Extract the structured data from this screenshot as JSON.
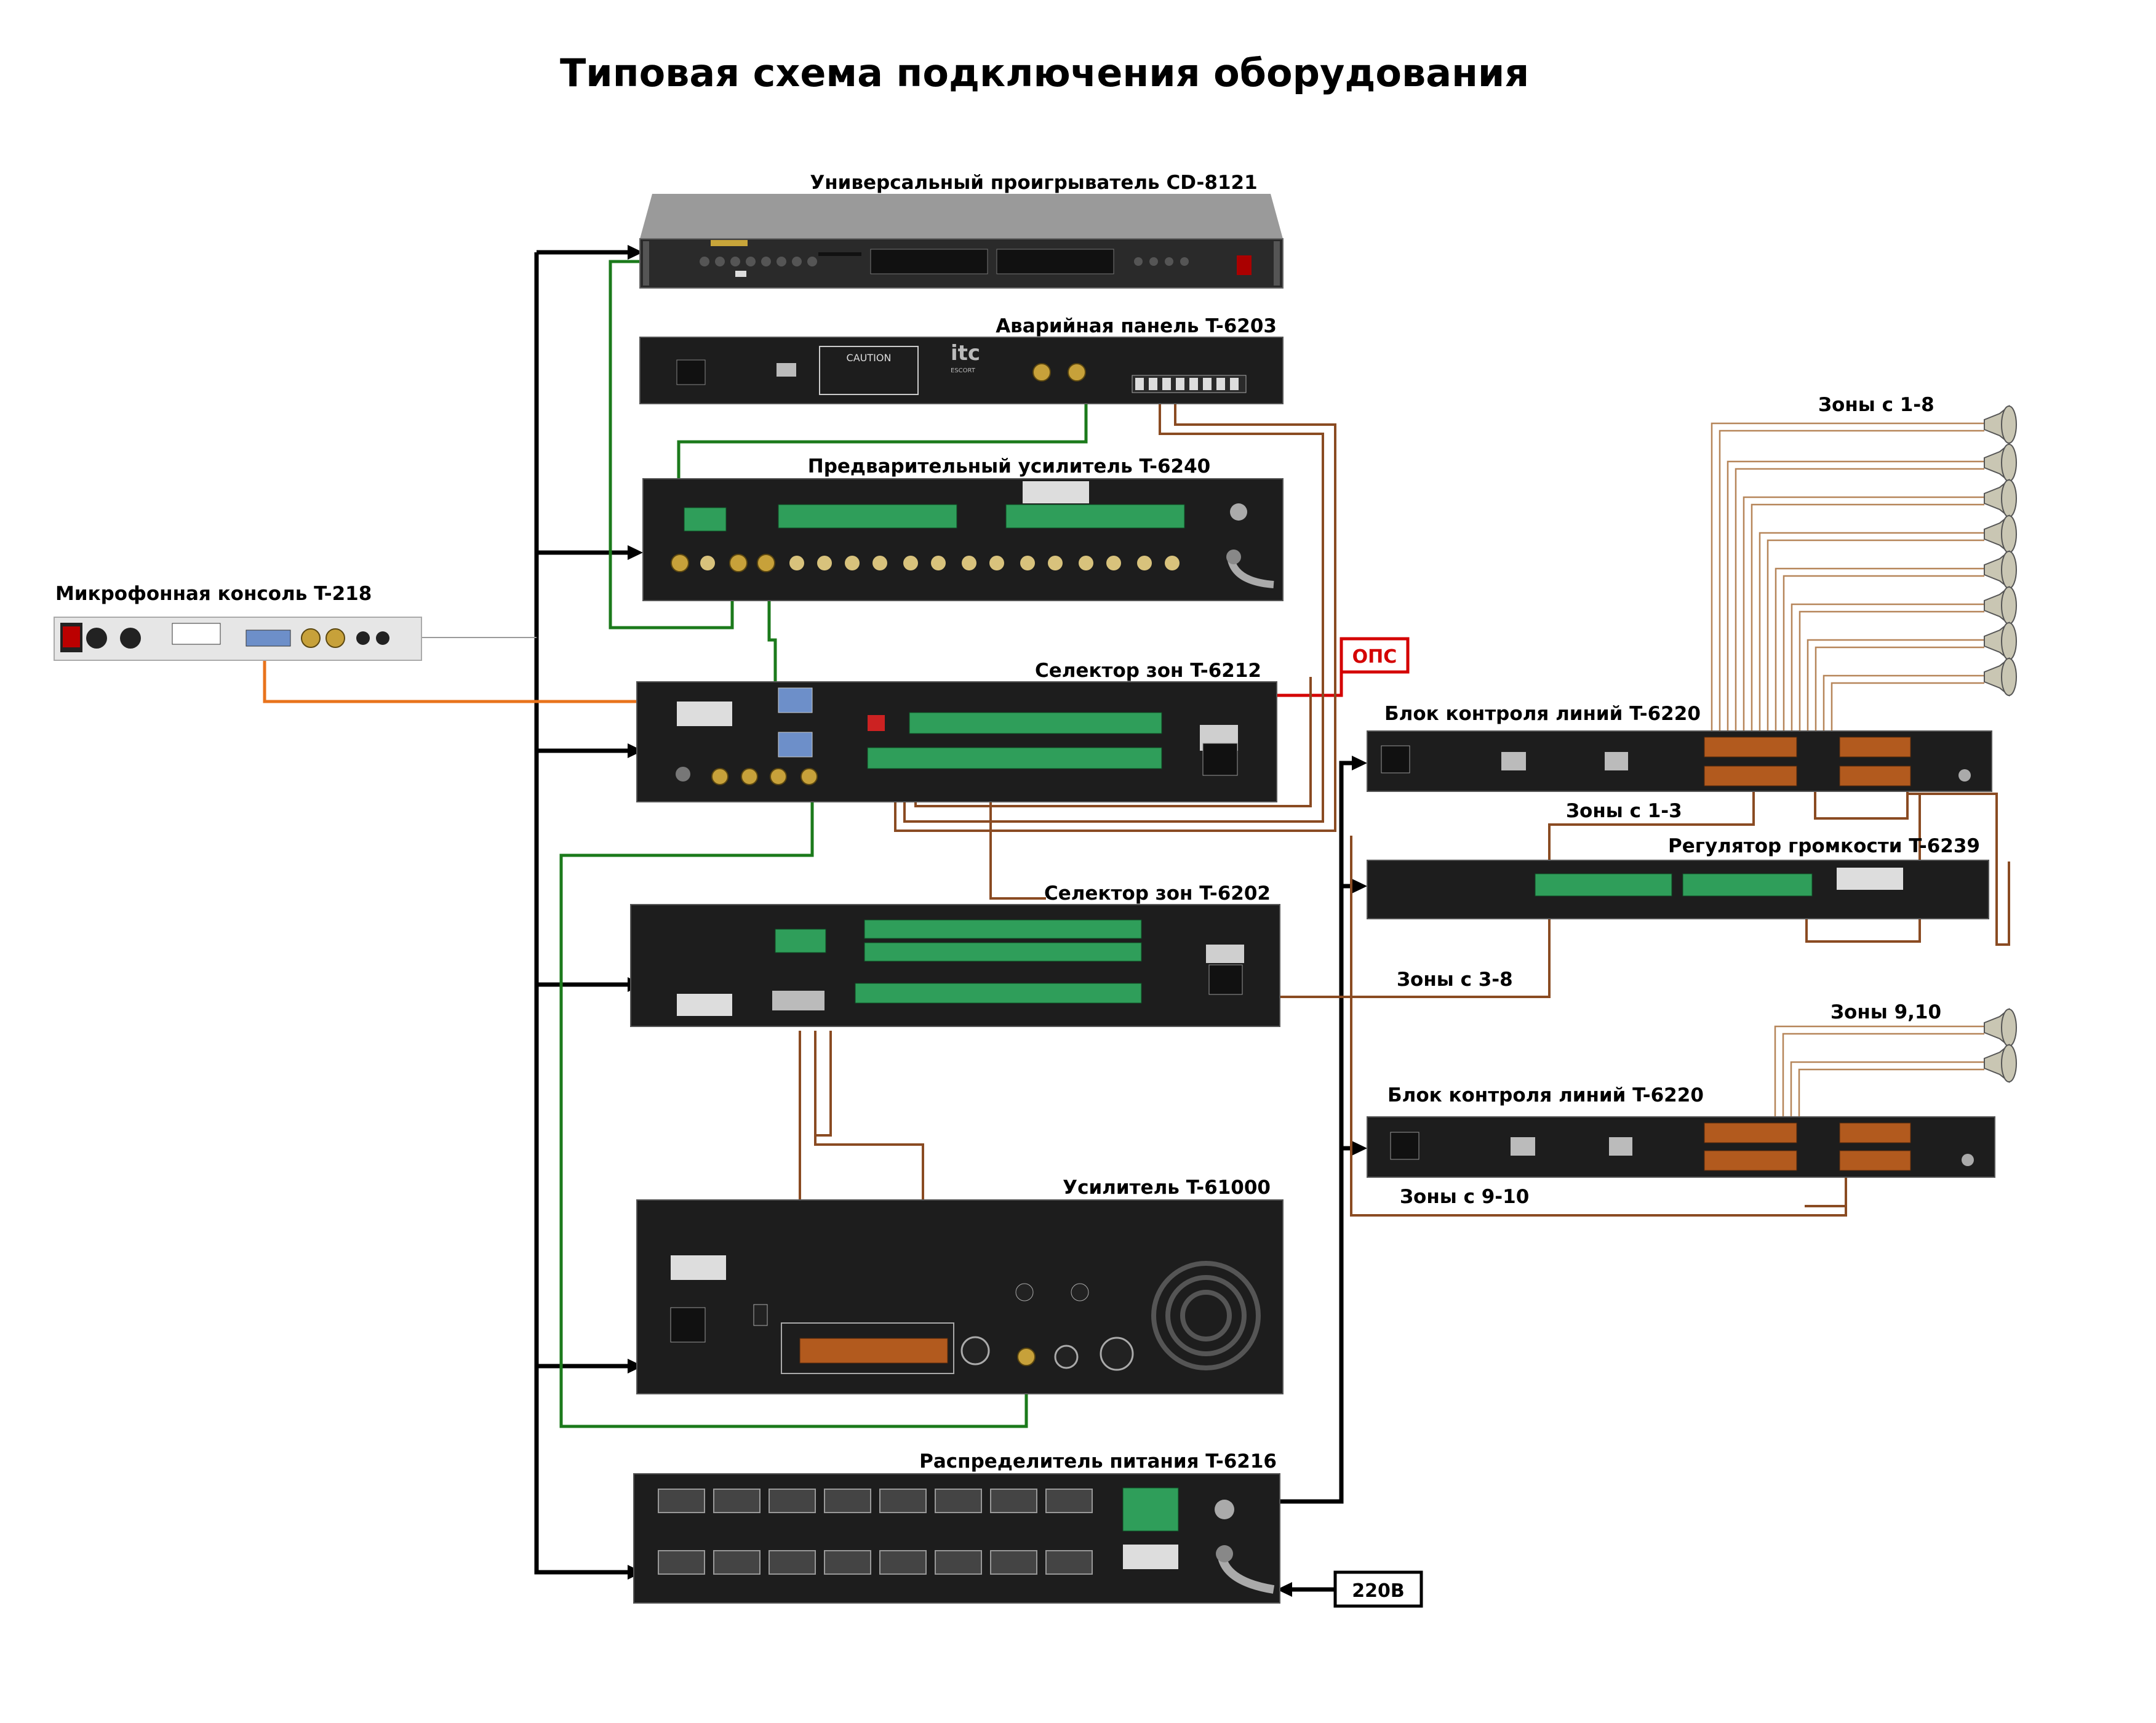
{
  "title": "Типовая схема подключения оборудования",
  "devices": {
    "cd_player": "Универсальный проигрыватель CD-8121",
    "alarm_panel": "Аварийная панель T-6203",
    "preamp": "Предварительный усилитель T-6240",
    "mic_console": "Микрофонная консоль T-218",
    "zone_selector_1": "Селектор зон T-6212",
    "zone_selector_2": "Селектор зон T-6202",
    "amplifier": "Усилитель T-61000",
    "power_distributor": "Распределитель питания T-6216",
    "line_monitor_1": "Блок контроля линий T-6220",
    "volume_control": "Регулятор громкости T-6239",
    "line_monitor_2": "Блок контроля линий T-6220"
  },
  "zones": {
    "z1_8": "Зоны с 1-8",
    "z1_3": "Зоны с 1-3",
    "z3_8": "Зоны с 3-8",
    "z9_10": "Зоны 9,10",
    "z9_10b": "Зоны с 9-10"
  },
  "boxes": {
    "ops": "ОПС",
    "power": "220В"
  },
  "panel_marks": {
    "caution": "CAUTION",
    "itc": "itc",
    "escort": "ESCORT"
  },
  "colors": {
    "audio_line": "#1b7a1b",
    "control_line": "#8a4b22",
    "power_line": "#000000",
    "alarm_line": "#d40000",
    "mic_line": "#e8731c"
  }
}
